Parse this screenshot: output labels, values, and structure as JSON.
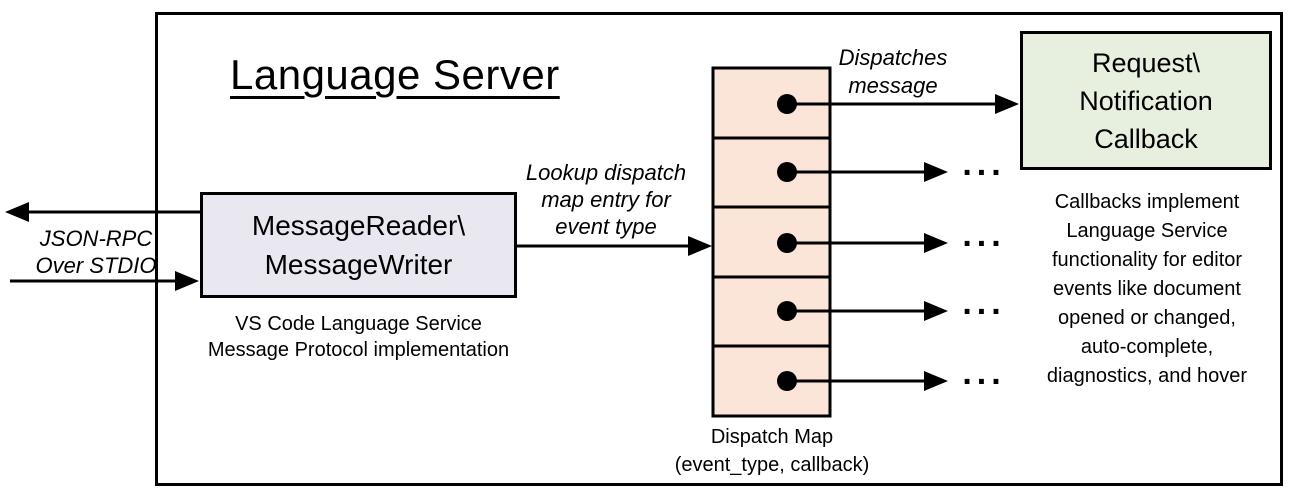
{
  "diagram": {
    "title": "Language Server",
    "left_channel": {
      "label_line1": "JSON-RPC",
      "label_line2": "Over STDIO"
    },
    "reader_box": {
      "line1": "MessageReader\\",
      "line2": "MessageWriter",
      "caption_line1": "VS Code Language Service",
      "caption_line2": "Message Protocol implementation"
    },
    "lookup_label": {
      "line1": "Lookup dispatch",
      "line2": "map entry for",
      "line3": "event type"
    },
    "dispatches_label": {
      "line1": "Dispatches",
      "line2": "message"
    },
    "dispatch_map": {
      "label_line1": "Dispatch Map",
      "label_line2": "(event_type, callback)"
    },
    "callback_box": {
      "line1": "Request\\",
      "line2": "Notification",
      "line3": "Callback"
    },
    "callbacks_note": {
      "line1": "Callbacks implement",
      "line2": "Language Service",
      "line3": "functionality for editor",
      "line4": "events like document",
      "line5": "opened or changed,",
      "line6": "auto-complete,",
      "line7": "diagnostics, and hover"
    },
    "ellipsis": "...",
    "colors": {
      "reader_box_fill": "#e9e8f1",
      "dispatch_map_fill": "#fbe5d8",
      "callback_box_fill": "#e7efde",
      "line_color": "#000000"
    }
  }
}
